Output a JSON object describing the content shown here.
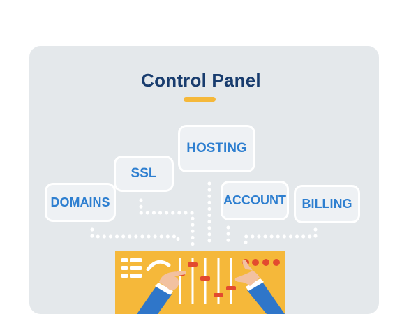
{
  "title": "Control Panel",
  "menu": {
    "domains": "DOMAINS",
    "ssl": "SSL",
    "hosting": "HOSTING",
    "account": "ACCOUNT",
    "billing": "BILLING"
  },
  "colors": {
    "panel_bg": "#e4e8eb",
    "title": "#183c6e",
    "accent": "#f5b83a",
    "label": "#2e7fd0",
    "knob": "#e34a2f",
    "sleeve": "#2f76c9"
  }
}
